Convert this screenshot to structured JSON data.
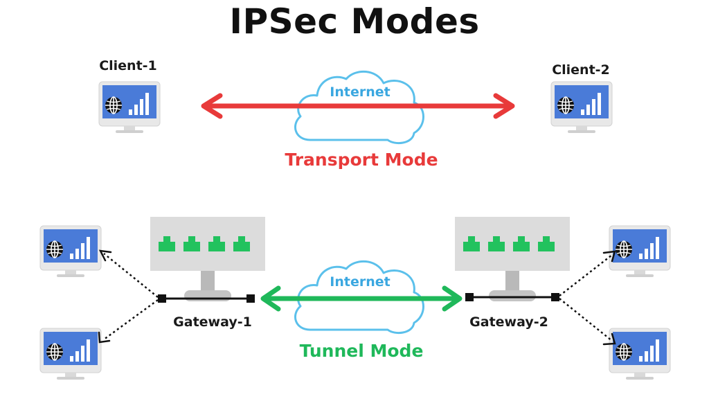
{
  "title": "IPSec Modes",
  "colors": {
    "transport": "#e83a3a",
    "tunnel": "#1fb85a",
    "cloud_stroke": "#5bc0eb",
    "cloud_text": "#3aa7e0",
    "screen": "#4a7bd8",
    "monitor_frame": "#e8e8e8",
    "gateway_body": "#dcdcdc",
    "port": "#22c25e"
  },
  "transport": {
    "client_left": "Client-1",
    "client_right": "Client-2",
    "cloud_label": "Internet",
    "mode_label": "Transport Mode"
  },
  "tunnel": {
    "gateway_left": "Gateway-1",
    "gateway_right": "Gateway-2",
    "cloud_label": "Internet",
    "mode_label": "Tunnel Mode"
  },
  "icons": [
    "monitor-icon",
    "globe-icon",
    "signal-bars-icon",
    "cloud-icon",
    "gateway-switch-icon",
    "double-arrow-icon"
  ]
}
